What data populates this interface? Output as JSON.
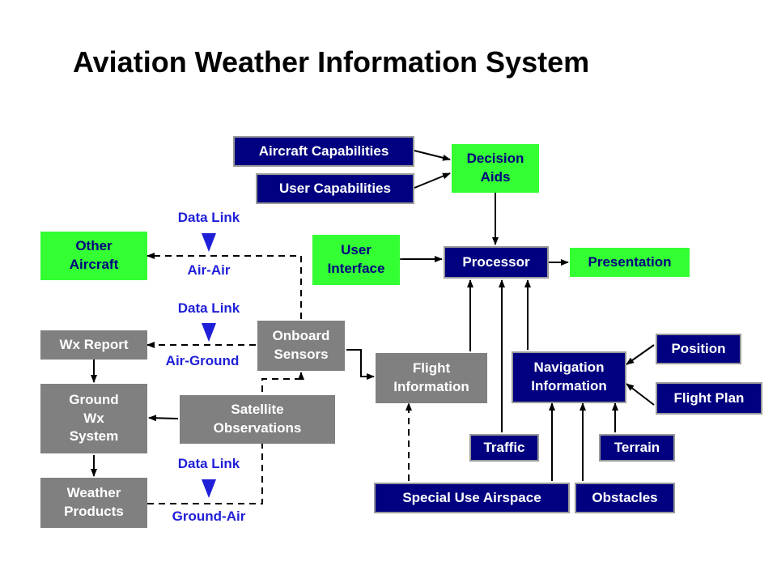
{
  "title": "Aviation Weather Information System",
  "colors": {
    "navy_box": "#000080",
    "green_box": "#33ff33",
    "gray_box": "#808080",
    "label_blue": "#1f1fd8",
    "arrow_black": "#000000"
  },
  "nodes": {
    "aircraft_capabilities": "Aircraft Capabilities",
    "user_capabilities": "User Capabilities",
    "decision_aids": "Decision\nAids",
    "user_interface": "User\nInterface",
    "processor": "Processor",
    "presentation": "Presentation",
    "other_aircraft": "Other\nAircraft",
    "wx_report": "Wx Report",
    "ground_wx_system": "Ground\nWx\nSystem",
    "weather_products": "Weather\nProducts",
    "onboard_sensors": "Onboard\nSensors",
    "satellite_observations": "Satellite\nObservations",
    "flight_information": "Flight\nInformation",
    "navigation_information": "Navigation\nInformation",
    "position": "Position",
    "flight_plan": "Flight Plan",
    "traffic": "Traffic",
    "terrain": "Terrain",
    "special_use_airspace": "Special Use Airspace",
    "obstacles": "Obstacles"
  },
  "links": {
    "air_air": {
      "top": "Data Link",
      "bottom": "Air-Air"
    },
    "air_ground": {
      "top": "Data Link",
      "bottom": "Air-Ground"
    },
    "ground_air": {
      "top": "Data Link",
      "bottom": "Ground-Air"
    }
  }
}
